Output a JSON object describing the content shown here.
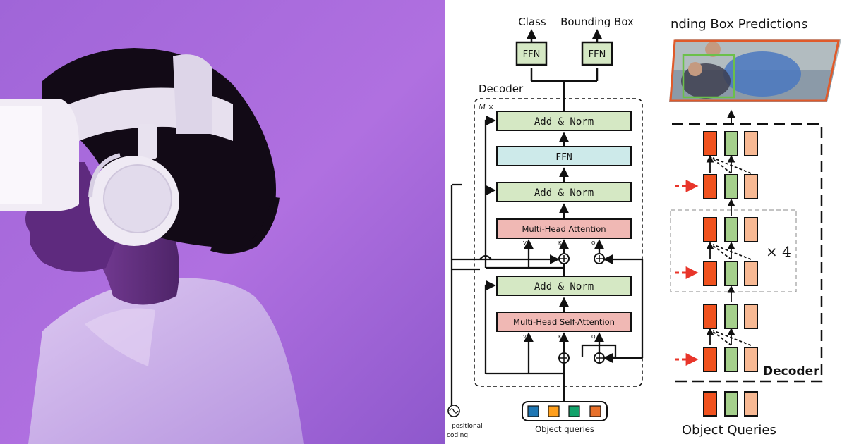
{
  "left_panel": {
    "description_icon": "vr-headset-person"
  },
  "detr_decoder": {
    "output_labels": {
      "class": "Class",
      "bbox": "Bounding Box"
    },
    "ffn_head_1": "FFN",
    "ffn_head_2": "FFN",
    "decoder_title": "Decoder",
    "repeat_label": "M ×",
    "blocks": {
      "add_norm_top": "Add & Norm",
      "ffn": "FFN",
      "add_norm_mid": "Add & Norm",
      "cross_attention": "Multi-Head Attention",
      "add_norm_low": "Add & Norm",
      "self_attention": "Multi-Head Self-Attention"
    },
    "vkq": {
      "v": "V",
      "k": "K",
      "q": "Q"
    },
    "object_queries_label": "Object queries",
    "positional_label_1": "positional",
    "positional_label_2": "coding",
    "colors": {
      "green_block": "#d5e8c4",
      "blue_block": "#cdeaea",
      "red_block": "#f0b8b4",
      "query_colors": [
        "#1f77b4",
        "#ff9f1c",
        "#13a36b",
        "#e8702a"
      ]
    }
  },
  "right_panel": {
    "title_partial": "nding Box Predictions",
    "repeat_label": "× 4",
    "decoder_label": "Decoder",
    "queries_label": "Object Queries",
    "colors": {
      "orange": "#f0521f",
      "green": "#a5d08c",
      "peach": "#f8b994",
      "arrow_red": "#e8352a"
    }
  }
}
